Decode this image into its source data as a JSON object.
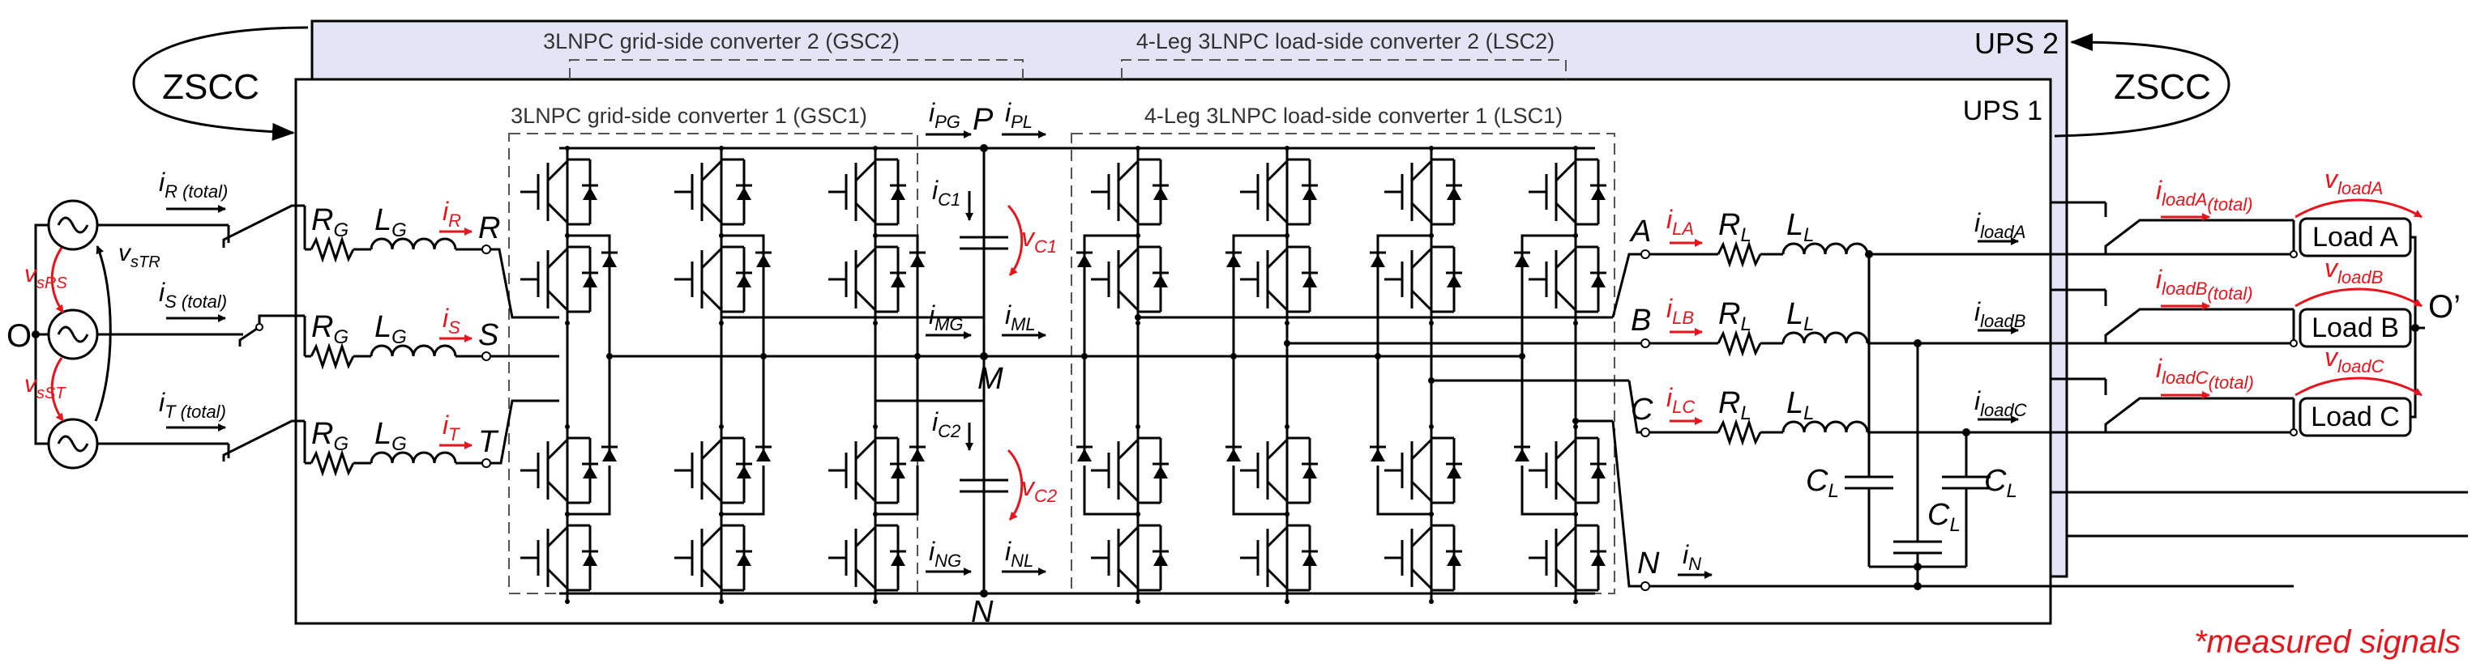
{
  "colors": {
    "measured": "#e8141b",
    "ups2_fill": "#e4e4f7",
    "line": "#000000",
    "dashed": "#555555"
  },
  "labels": {
    "ups1": "UPS 1",
    "ups2": "UPS 2",
    "zscc_left": "ZSCC",
    "zscc_right": "ZSCC",
    "gsc1": "3LNPC grid-side converter 1 (GSC1)",
    "gsc2": "3LNPC grid-side converter 2 (GSC2)",
    "lsc1": "4-Leg 3LNPC load-side converter 1 (LSC1)",
    "lsc2": "4-Leg 3LNPC load-side converter 2 (LSC2)",
    "origin": "O",
    "origin_load": "O’",
    "load_a": "Load A",
    "load_b": "Load B",
    "load_c": "Load C",
    "measured_note": "*measured signals"
  },
  "grid_side": {
    "currents_total": [
      "i",
      "R (total)",
      "S (total)",
      "T (total)"
    ],
    "resistor": [
      "R",
      "G"
    ],
    "inductor": [
      "L",
      "G"
    ],
    "phase_nodes": [
      "R",
      "S",
      "T"
    ],
    "phase_currents": [
      "R",
      "S",
      "T"
    ],
    "voltages": [
      "v",
      "sRS",
      "sST",
      "sTR"
    ]
  },
  "dc_link": {
    "P": "P",
    "M": "M",
    "N": "N",
    "iPG": "PG",
    "iPL": "PL",
    "iMG": "MG",
    "iML": "ML",
    "iNG": "NG",
    "iNL": "NL",
    "iC1": "C1",
    "iC2": "C2",
    "vC1": "C1",
    "vC2": "C2"
  },
  "load_side": {
    "phase_nodes": [
      "A",
      "B",
      "C",
      "N"
    ],
    "phase_currents": [
      "LA",
      "LB",
      "LC"
    ],
    "neutral_current": "N",
    "resistor": [
      "R",
      "L"
    ],
    "inductor": [
      "L",
      "L"
    ],
    "capacitor": [
      "C",
      "L"
    ],
    "load_currents": [
      "loadA",
      "loadB",
      "loadC"
    ],
    "load_total": [
      "loadA",
      "(total)",
      "loadB",
      "(total)",
      "loadC",
      "(total)"
    ],
    "load_voltages": [
      "loadA",
      "loadB",
      "loadC"
    ]
  }
}
